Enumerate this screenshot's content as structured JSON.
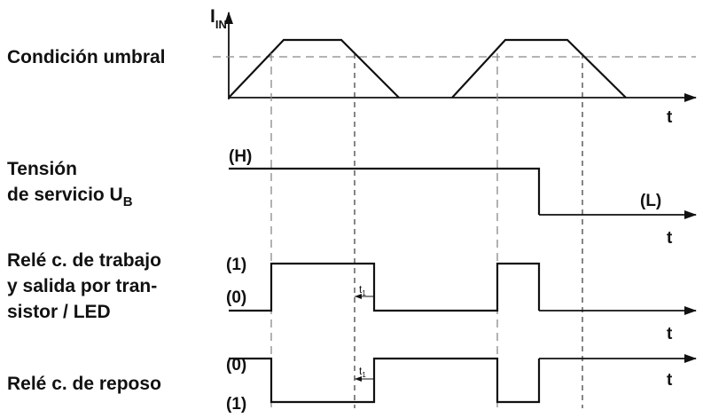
{
  "labels": {
    "i_in": "I",
    "i_in_sub": "IN",
    "threshold": "Condición umbral",
    "voltage_line1": "Tensión",
    "voltage_line2": "de servicio U",
    "voltage_sub": "B",
    "relay_work_line1": "Relé c. de trabajo",
    "relay_work_line2": "y salida por tran-",
    "relay_work_line3": "sistor / LED",
    "relay_rest": "Relé c. de reposo",
    "high": "(H)",
    "low": "(L)",
    "one_a": "(1)",
    "zero_a": "(0)",
    "zero_b": "(0)",
    "one_b": "(1)",
    "t_axis": "t",
    "t1": "t",
    "t1_sub": "1"
  }
}
